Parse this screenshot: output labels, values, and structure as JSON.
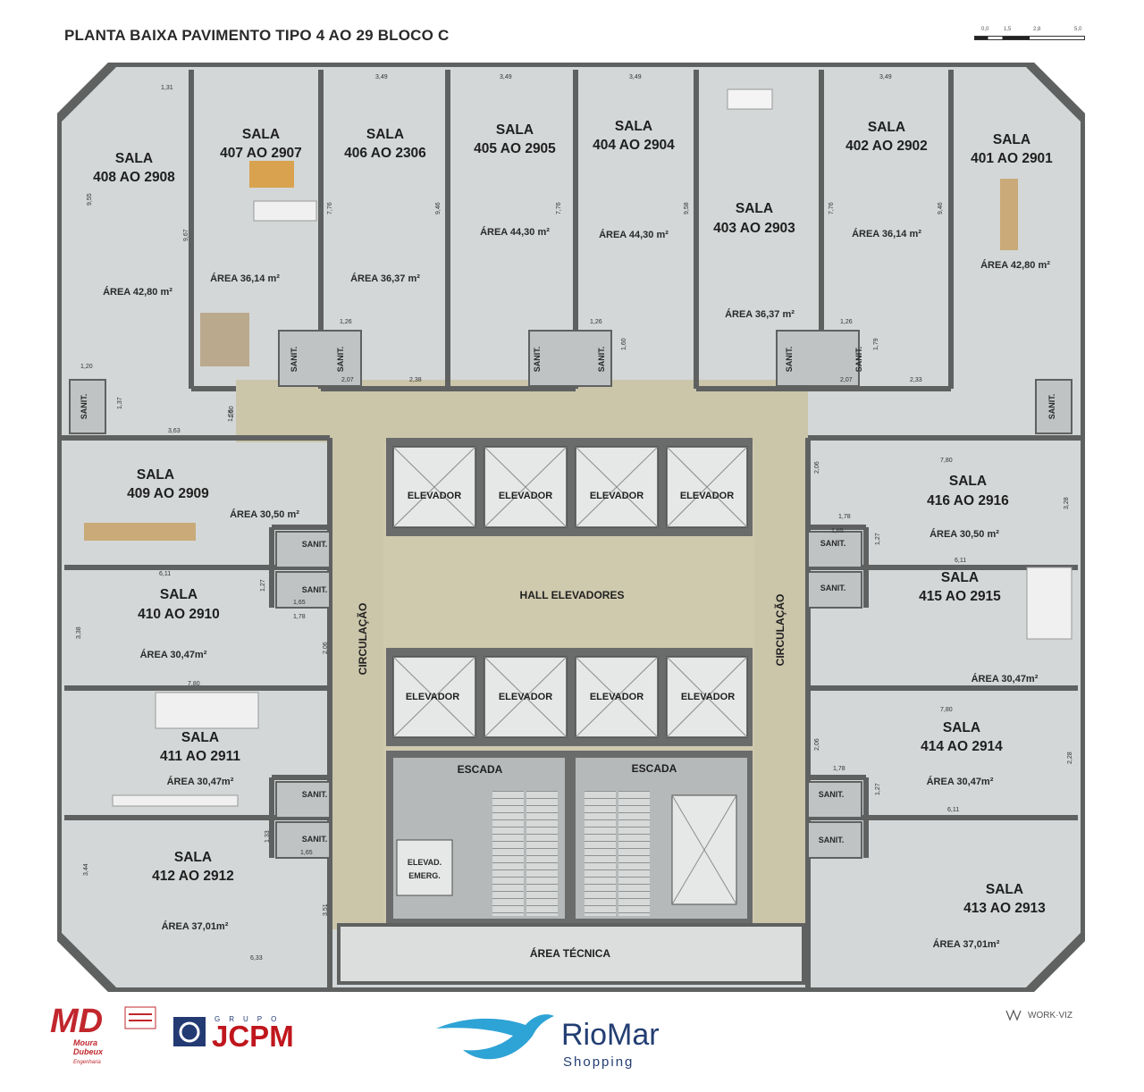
{
  "title": "PLANTA BAIXA PAVIMENTO TIPO 4 AO 29 BLOCO C",
  "scale_labels": [
    "0,0",
    "1,5",
    "2,8",
    "5,0"
  ],
  "rooms": [
    {
      "id": "408",
      "line1": "SALA",
      "line2": "408 AO 2908",
      "area": "ÁREA 42,80 m²"
    },
    {
      "id": "407",
      "line1": "SALA",
      "line2": "407 AO 2907",
      "area": "ÁREA 36,14 m²"
    },
    {
      "id": "406",
      "line1": "SALA",
      "line2": "406 AO 2306",
      "area": "ÁREA 36,37 m²"
    },
    {
      "id": "405",
      "line1": "SALA",
      "line2": "405 AO 2905",
      "area": "ÁREA 44,30 m²"
    },
    {
      "id": "404",
      "line1": "SALA",
      "line2": "404 AO 2904",
      "area": "ÁREA 44,30 m²"
    },
    {
      "id": "403",
      "line1": "SALA",
      "line2": "403 AO 2903",
      "area": "ÁREA 36,37 m²"
    },
    {
      "id": "402",
      "line1": "SALA",
      "line2": "402 AO 2902",
      "area": "ÁREA 36,14 m²"
    },
    {
      "id": "401",
      "line1": "SALA",
      "line2": "401 AO 2901",
      "area": "ÁREA 42,80 m²"
    },
    {
      "id": "409",
      "line1": "SALA",
      "line2": "409 AO 2909",
      "area": "ÁREA 30,50 m²"
    },
    {
      "id": "410",
      "line1": "SALA",
      "line2": "410 AO 2910",
      "area": "ÁREA 30,47m²"
    },
    {
      "id": "411",
      "line1": "SALA",
      "line2": "411 AO 2911",
      "area": "ÁREA 30,47m²"
    },
    {
      "id": "412",
      "line1": "SALA",
      "line2": "412 AO 2912",
      "area": "ÁREA 37,01m²"
    },
    {
      "id": "416",
      "line1": "SALA",
      "line2": "416 AO 2916",
      "area": "ÁREA 30,50 m²"
    },
    {
      "id": "415",
      "line1": "SALA",
      "line2": "415 AO 2915",
      "area": "ÁREA 30,47m²"
    },
    {
      "id": "414",
      "line1": "SALA",
      "line2": "414 AO 2914",
      "area": "ÁREA 30,47m²"
    },
    {
      "id": "413",
      "line1": "SALA",
      "line2": "413 AO 2913",
      "area": "ÁREA 37,01m²"
    }
  ],
  "elevator_label": "ELEVADOR",
  "hall_label": "HALL ELEVADORES",
  "circulation_label": "CIRCULAÇÃO",
  "stairs_label": "ESCADA",
  "emergency_elevator": [
    "ELEVAD.",
    "EMERG."
  ],
  "technical_area": "ÁREA TÉCNICA",
  "sanit_label": "SANIT.",
  "dimensions": [
    "1,31",
    "3,49",
    "3,49",
    "3,49",
    "3,49",
    "9,55",
    "9,67",
    "7,76",
    "9,46",
    "7,76",
    "9,58",
    "7,76",
    "9,46",
    "1,26",
    "1,26",
    "1,26",
    "1,20",
    "1,37",
    "1,60",
    "1,50",
    "1,79",
    "2,38",
    "2,07",
    "2,33",
    "2,07",
    "3,63",
    "1,56",
    "6,11",
    "1,27",
    "1,65",
    "1,78",
    "3,38",
    "2,06",
    "7,80",
    "1,33",
    "1,65",
    "3,44",
    "3,51",
    "6,33",
    "7,80",
    "2,06",
    "1,78",
    "1,65",
    "1,27",
    "6,11",
    "3,28",
    "2,06",
    "7,80",
    "2,28",
    "1,78",
    "1,27",
    "6,11"
  ],
  "logos": {
    "md": "MD",
    "md_sub": [
      "Moura",
      "Dubeux",
      "Engenharia"
    ],
    "jcpm_group": "GRUPO",
    "jcpm": "JCPM",
    "riomar": "RioMar",
    "riomar_sub": "Shopping",
    "workviz": "WORK·VIZ"
  },
  "colors": {
    "room_floor": "#d2d6d6",
    "corridor": "#cbc5aa",
    "wall": "#5f6161",
    "elevator": "#e6e7e7",
    "riomar_blue": "#2ea3d6",
    "riomar_dark": "#233e73",
    "jcpm_red": "#c0161d",
    "jcpm_blue": "#233a73",
    "md_red": "#c1272d"
  }
}
